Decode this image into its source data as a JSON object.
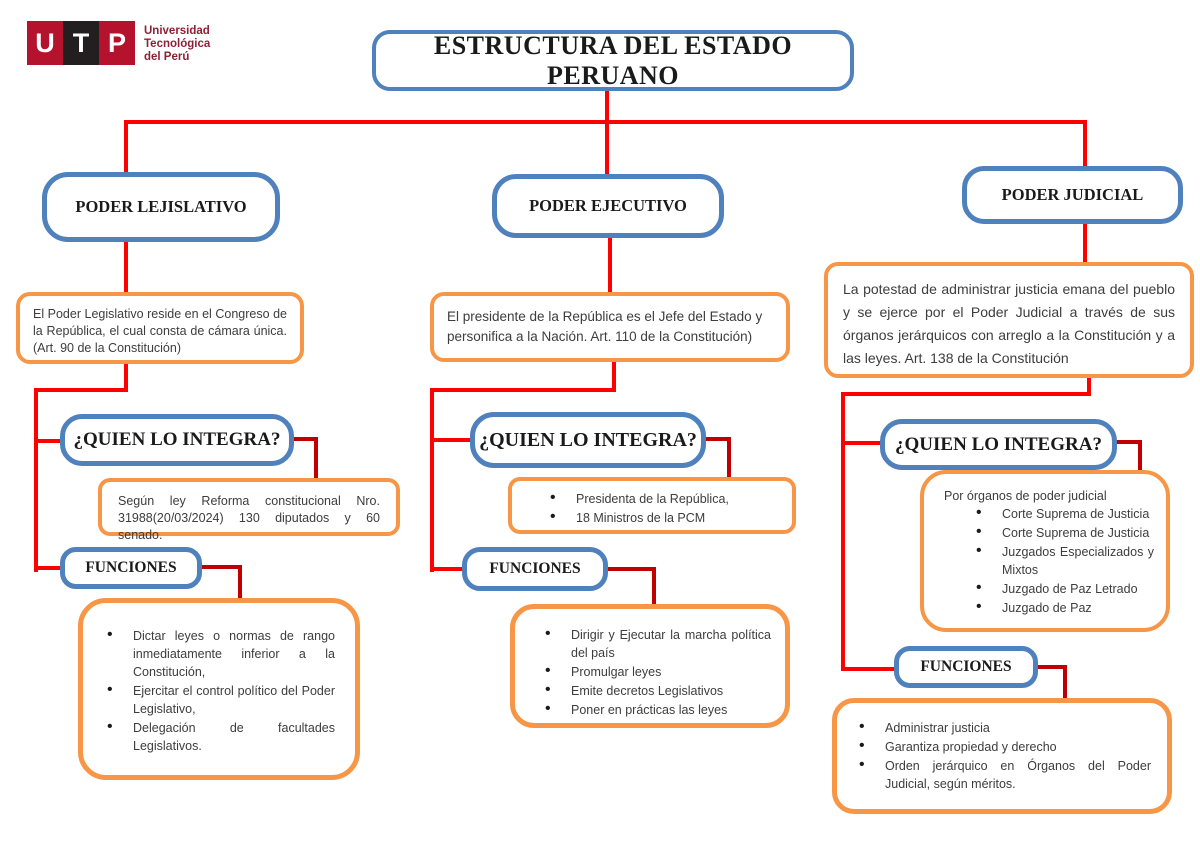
{
  "logo": {
    "letters": [
      "U",
      "T",
      "P"
    ],
    "org_lines": [
      "Universidad",
      "Tecnológica",
      "del Perú"
    ]
  },
  "title": "ESTRUCTURA DEL ESTADO PERUANO",
  "colors": {
    "box_blue": "#4f81bd",
    "box_orange": "#f79646",
    "connector_red": "#fe0000",
    "connector_dark_red": "#c00000",
    "logo_red": "#b5122e",
    "logo_black": "#231f20",
    "logo_wordmark": "#8c2135"
  },
  "branches": [
    {
      "header": "PODER LEJISLATIVO",
      "description": "El Poder Legislativo reside en el Congreso de la República, el cual consta de cámara única. (Art. 90 de la Constitución)",
      "quien_label": "¿QUIEN LO INTEGRA?",
      "quien_text": "Según ley Reforma constitucional Nro. 31988(20/03/2024) 130 diputados y 60 senado.",
      "funciones_label": "FUNCIONES",
      "funciones_items": [
        "Dictar leyes o normas de rango inmediatamente inferior a la Constitución,",
        "Ejercitar el control político del Poder Legislativo,",
        "Delegación de facultades Legislativos."
      ]
    },
    {
      "header": "PODER EJECUTIVO",
      "description": "El presidente de la República es el Jefe del Estado y personifica a la Nación. Art. 110 de la Constitución)",
      "quien_label": "¿QUIEN LO INTEGRA?",
      "quien_items": [
        "Presidenta de la República,",
        "18 Ministros de la PCM"
      ],
      "funciones_label": "FUNCIONES",
      "funciones_items": [
        "Dirigir y Ejecutar la marcha política del país",
        "Promulgar leyes",
        "Emite decretos Legislativos",
        "Poner en prácticas las leyes"
      ]
    },
    {
      "header": "PODER JUDICIAL",
      "description": "La potestad de administrar justicia emana del pueblo y se ejerce por el Poder Judicial a través de sus órganos jerárquicos con arreglo a la Constitución y a las leyes. Art. 138 de la Constitución",
      "quien_label": "¿QUIEN LO INTEGRA?",
      "quien_intro": "Por órganos de poder judicial",
      "quien_items": [
        "Corte Suprema de Justicia",
        "Corte Suprema de Justicia",
        "Juzgados Especializados y Mixtos",
        "Juzgado de Paz Letrado",
        "Juzgado de Paz"
      ],
      "funciones_label": "FUNCIONES",
      "funciones_items": [
        "Administrar justicia",
        "Garantiza propiedad y derecho",
        "Orden jerárquico en Órganos del Poder Judicial, según méritos."
      ]
    }
  ]
}
